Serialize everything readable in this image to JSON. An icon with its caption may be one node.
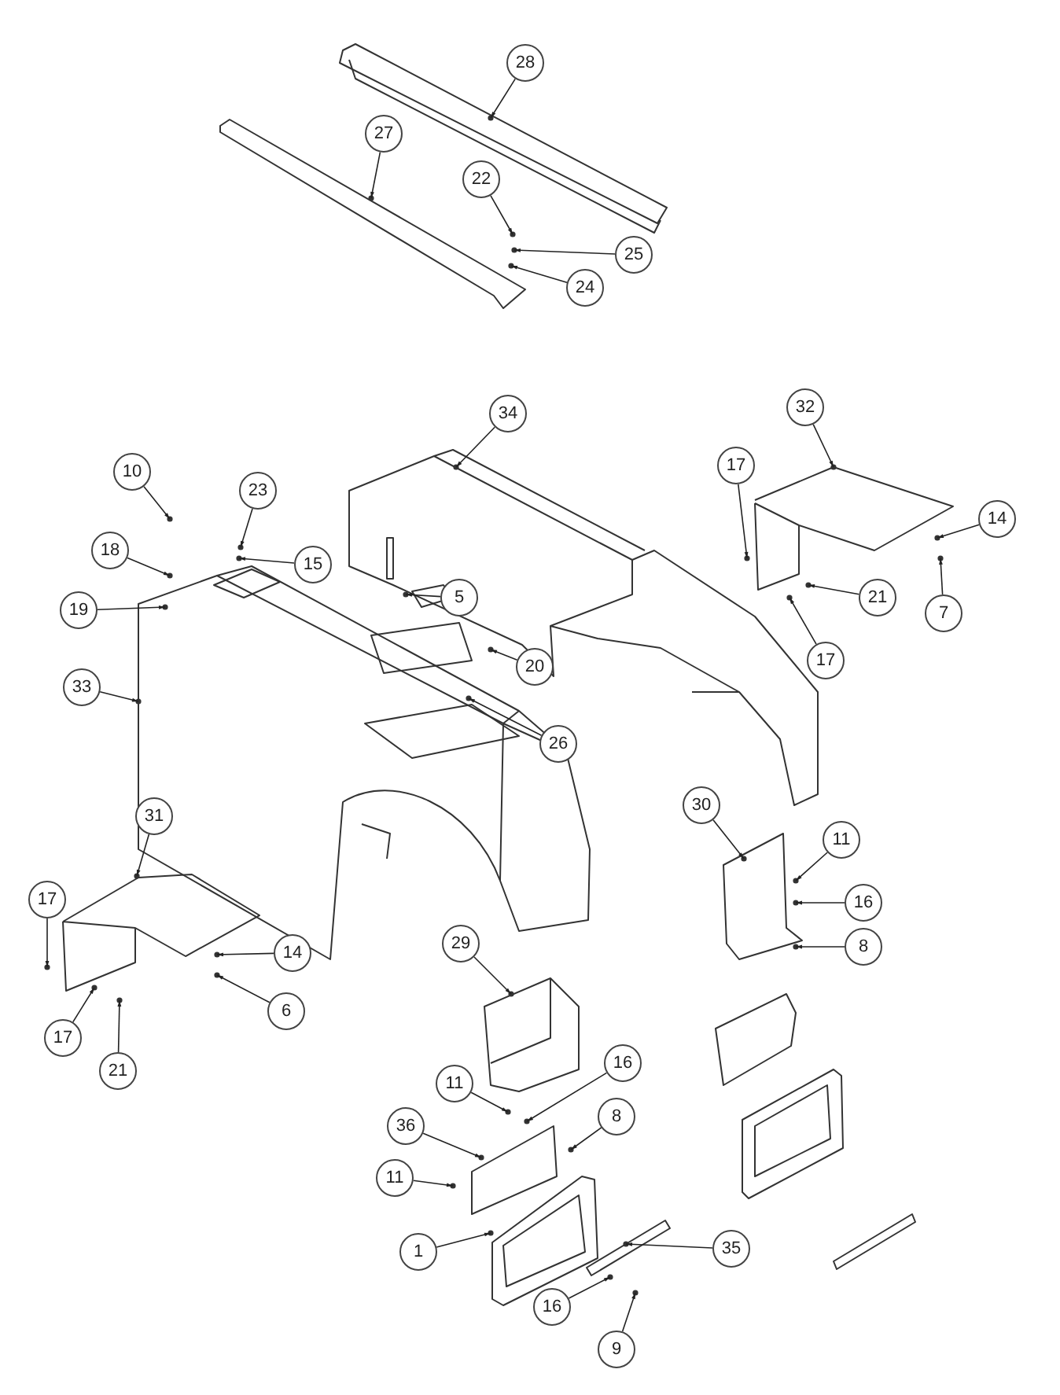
{
  "diagram": {
    "nodes": [
      {
        "text": [
          "28"
        ]
      },
      {
        "text": [
          "27"
        ]
      },
      {
        "text": [
          "22"
        ]
      },
      {
        "text": [
          "25"
        ]
      },
      {
        "text": [
          "24"
        ]
      },
      {
        "text": [
          "32"
        ]
      },
      {
        "text": [
          "34"
        ]
      },
      {
        "text": [
          "17"
        ]
      },
      {
        "text": [
          "10"
        ]
      },
      {
        "text": [
          "23"
        ]
      },
      {
        "text": [
          "14"
        ]
      },
      {
        "text": [
          "18"
        ]
      },
      {
        "text": [
          "15"
        ]
      },
      {
        "text": [
          "21"
        ]
      },
      {
        "text": [
          "19"
        ]
      },
      {
        "text": [
          "7"
        ]
      },
      {
        "text": [
          "5"
        ]
      },
      {
        "text": [
          "17"
        ]
      },
      {
        "text": [
          "20"
        ]
      },
      {
        "text": [
          "33"
        ]
      },
      {
        "text": [
          "26"
        ]
      },
      {
        "text": [
          "30"
        ]
      },
      {
        "text": [
          "31"
        ]
      },
      {
        "text": [
          "11"
        ]
      },
      {
        "text": [
          "17"
        ]
      },
      {
        "text": [
          "16"
        ]
      },
      {
        "text": [
          "29"
        ]
      },
      {
        "text": [
          "8"
        ]
      },
      {
        "text": [
          "14"
        ]
      },
      {
        "text": [
          "6"
        ]
      },
      {
        "text": [
          "17"
        ]
      },
      {
        "text": [
          "16"
        ]
      },
      {
        "text": [
          "21"
        ]
      },
      {
        "text": [
          "11"
        ]
      },
      {
        "text": [
          "8"
        ]
      },
      {
        "text": [
          "36"
        ]
      },
      {
        "text": [
          "11"
        ]
      },
      {
        "text": [
          "1"
        ]
      },
      {
        "text": [
          "35"
        ]
      },
      {
        "text": [
          "16"
        ]
      },
      {
        "text": [
          "9"
        ]
      }
    ],
    "edges": [
      {
        "from": 0,
        "to": null,
        "arrow": "to"
      },
      {
        "from": 1,
        "to": null,
        "arrow": "to"
      },
      {
        "from": 2,
        "to": null,
        "arrow": "to"
      },
      {
        "from": 3,
        "to": null,
        "arrow": "to"
      },
      {
        "from": 4,
        "to": null,
        "arrow": "to"
      },
      {
        "from": 5,
        "to": null,
        "arrow": "to"
      },
      {
        "from": 6,
        "to": null,
        "arrow": "to"
      },
      {
        "from": 7,
        "to": null,
        "arrow": "to"
      },
      {
        "from": 8,
        "to": null,
        "arrow": "to"
      },
      {
        "from": 9,
        "to": null,
        "arrow": "to"
      },
      {
        "from": 10,
        "to": null,
        "arrow": "to"
      },
      {
        "from": 11,
        "to": null,
        "arrow": "to"
      },
      {
        "from": 12,
        "to": null,
        "arrow": "to"
      },
      {
        "from": 13,
        "to": null,
        "arrow": "to"
      },
      {
        "from": 14,
        "to": null,
        "arrow": "to"
      },
      {
        "from": 15,
        "to": null,
        "arrow": "to"
      },
      {
        "from": 16,
        "to": null,
        "arrow": "to"
      },
      {
        "from": 17,
        "to": null,
        "arrow": "to"
      },
      {
        "from": 18,
        "to": null,
        "arrow": "to"
      },
      {
        "from": 19,
        "to": null,
        "arrow": "to"
      },
      {
        "from": 20,
        "to": null,
        "arrow": "to"
      },
      {
        "from": 21,
        "to": null,
        "arrow": "to"
      },
      {
        "from": 22,
        "to": null,
        "arrow": "to"
      },
      {
        "from": 23,
        "to": null,
        "arrow": "to"
      },
      {
        "from": 24,
        "to": null,
        "arrow": "to"
      },
      {
        "from": 25,
        "to": null,
        "arrow": "to"
      },
      {
        "from": 26,
        "to": null,
        "arrow": "to"
      },
      {
        "from": 27,
        "to": null,
        "arrow": "to"
      },
      {
        "from": 28,
        "to": null,
        "arrow": "to"
      },
      {
        "from": 29,
        "to": null,
        "arrow": "to"
      },
      {
        "from": 30,
        "to": null,
        "arrow": "to"
      },
      {
        "from": 31,
        "to": null,
        "arrow": "to"
      },
      {
        "from": 32,
        "to": null,
        "arrow": "to"
      },
      {
        "from": 33,
        "to": null,
        "arrow": "to"
      },
      {
        "from": 34,
        "to": null,
        "arrow": "to"
      },
      {
        "from": 35,
        "to": null,
        "arrow": "to"
      },
      {
        "from": 36,
        "to": null,
        "arrow": "to"
      },
      {
        "from": 37,
        "to": null,
        "arrow": "to"
      },
      {
        "from": 38,
        "to": null,
        "arrow": "to"
      },
      {
        "from": 39,
        "to": null,
        "arrow": "to"
      },
      {
        "from": 40,
        "to": null,
        "arrow": "to"
      }
    ]
  }
}
